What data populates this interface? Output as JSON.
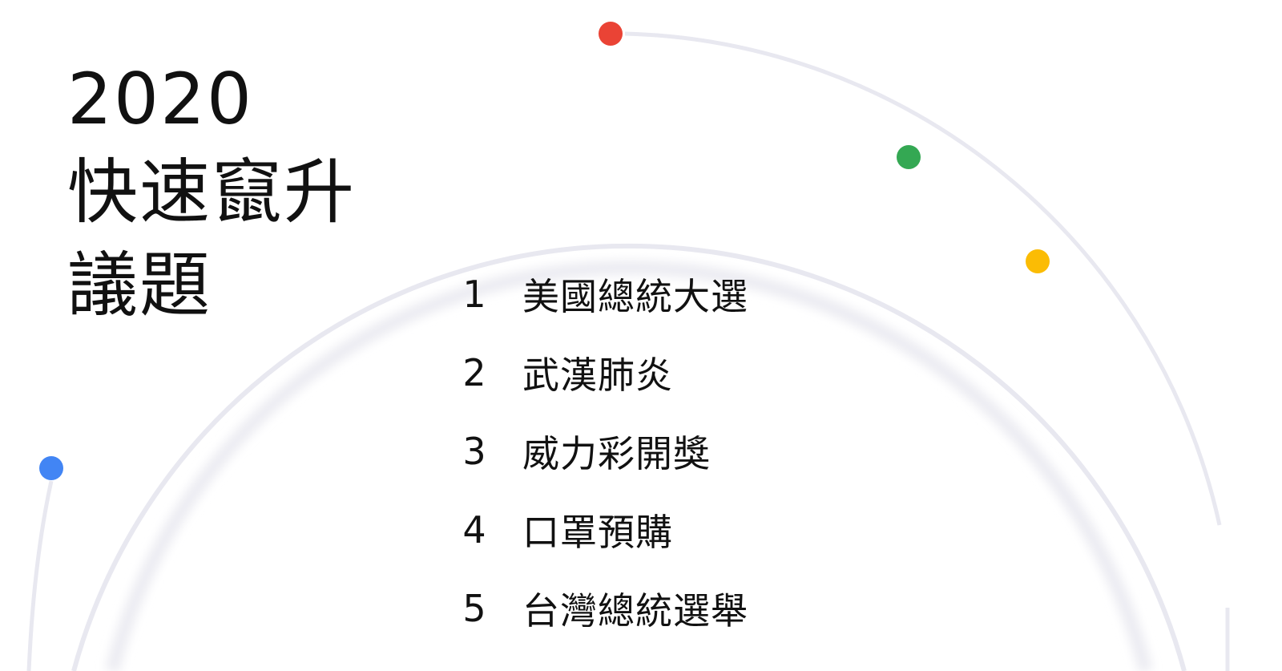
{
  "title": {
    "year": "2020",
    "line1": "快速竄升",
    "line2": "議題"
  },
  "items": [
    {
      "rank": "1",
      "label": "美國總統大選"
    },
    {
      "rank": "2",
      "label": "武漢肺炎"
    },
    {
      "rank": "3",
      "label": "威力彩開獎"
    },
    {
      "rank": "4",
      "label": "口罩預購"
    },
    {
      "rank": "5",
      "label": "台灣總統選舉"
    }
  ],
  "colors": {
    "arc": "#e6e6ee",
    "dot_red": "#ea4335",
    "dot_green": "#34a853",
    "dot_yellow": "#fbbc04",
    "dot_blue": "#4285f4"
  }
}
